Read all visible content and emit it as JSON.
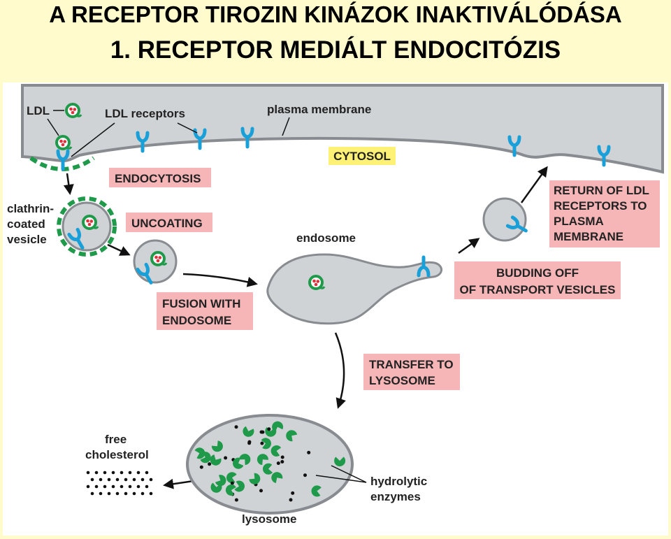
{
  "title_line1": "A RECEPTOR TIROZIN KINÁZOK INAKTIVÁLÓDÁSA",
  "title_line2": "1. RECEPTOR MEDIÁLT ENDOCITÓZIS",
  "labels": {
    "ldl": "LDL",
    "ldl_receptors": "LDL receptors",
    "plasma_membrane": "plasma membrane",
    "cytosol": "CYTOSOL",
    "clathrin_coated_vesicle": [
      "clathrin-",
      "coated",
      "vesicle"
    ],
    "endosome": "endosome",
    "free_cholesterol": [
      "free",
      "cholesterol"
    ],
    "hydrolytic_enzymes": [
      "hydrolytic",
      "enzymes"
    ],
    "lysosome": "lysosome"
  },
  "steps": {
    "endocytosis": [
      "ENDOCYTOSIS"
    ],
    "uncoating": [
      "UNCOATING"
    ],
    "fusion": [
      "FUSION WITH",
      "ENDOSOME"
    ],
    "budding": [
      "BUDDING OFF",
      "OF TRANSPORT VESICLES"
    ],
    "return": [
      "RETURN OF LDL",
      "RECEPTORS TO",
      "PLASMA",
      "MEMBRANE"
    ],
    "transfer": [
      "TRANSFER TO",
      "LYSOSOME"
    ]
  },
  "colors": {
    "background": "#fffbcc",
    "step_box": "#f6b6b8",
    "cytosol_box": "#fff176",
    "membrane_fill": "#cfd3d6",
    "membrane_stroke": "#888c90",
    "receptor": "#1aa0d8",
    "ldl_particle": "#1f9a4a",
    "ldl_core": "#e0303a",
    "enzyme": "#1f9a4a"
  }
}
